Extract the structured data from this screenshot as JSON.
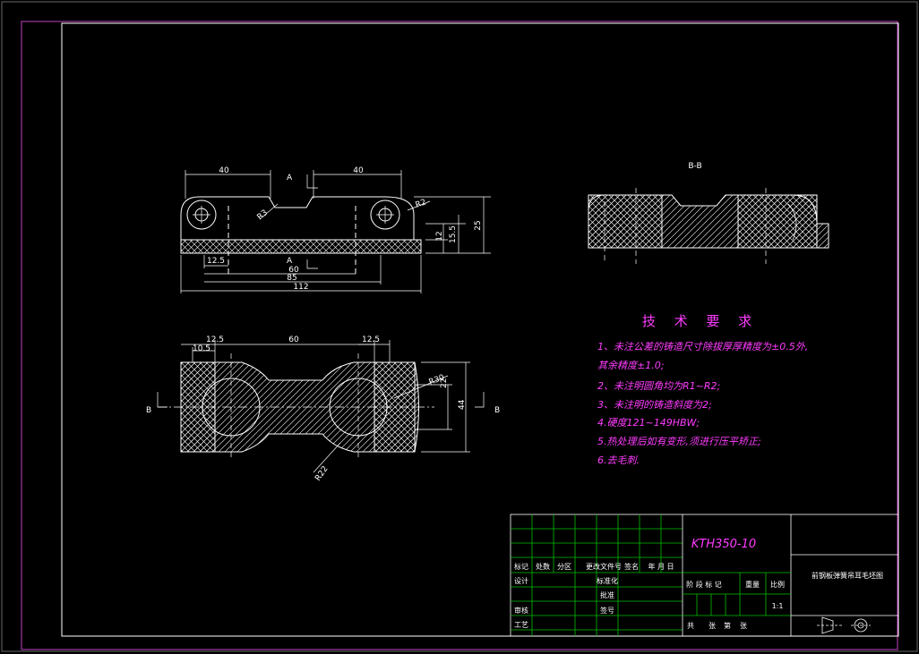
{
  "drawing": {
    "section_label": "B-B",
    "cut_marks": {
      "a_top": "A",
      "a_bottom": "A",
      "b_left": "B",
      "b_right": "B"
    },
    "front_view": {
      "dims": {
        "top_left": "40",
        "top_right": "40",
        "bottom_small": "12.5",
        "bottom_60": "60",
        "bottom_85": "85",
        "bottom_112": "112",
        "right_12": "12",
        "right_15_5": "15.5",
        "right_25": "25",
        "r3": "R3",
        "r2": "R2"
      }
    },
    "top_view": {
      "dims": {
        "left_12_5": "12.5",
        "left_10_5": "10.5",
        "top_60": "60",
        "right_12_5": "12.5",
        "r30": "R30",
        "dim_22": "22",
        "dim_44": "44",
        "r22": "R22"
      }
    }
  },
  "requirements": {
    "title": "技 术 要 求",
    "items": [
      "1、未注公差的铸造尺寸除拔厚厚精度为±0.5外,",
      "其余精度±1.0;",
      "2、未注明圆角均为R1~R2;",
      "3、未注明的铸造斜度为2;",
      "4.硬度121~149HBW;",
      "5.热处理后如有变形,须进行压平矫正;",
      "6.去毛刺."
    ]
  },
  "title_block": {
    "drawing_code": "KTH350-10",
    "part_name": "前钢板弹簧吊耳毛坯图",
    "row_labels": [
      "标记",
      "处数",
      "分区",
      "更改文件号",
      "签名",
      "年 月 日"
    ],
    "left_roles": [
      "设计",
      "审核",
      "工艺"
    ],
    "mid_roles": [
      "标准化",
      "批准",
      "签号"
    ],
    "center_labels": [
      "阶 段 标 记",
      "重量",
      "比例"
    ],
    "scale": "1:1",
    "sheet_row": [
      "共",
      "张",
      "第",
      "张"
    ]
  }
}
